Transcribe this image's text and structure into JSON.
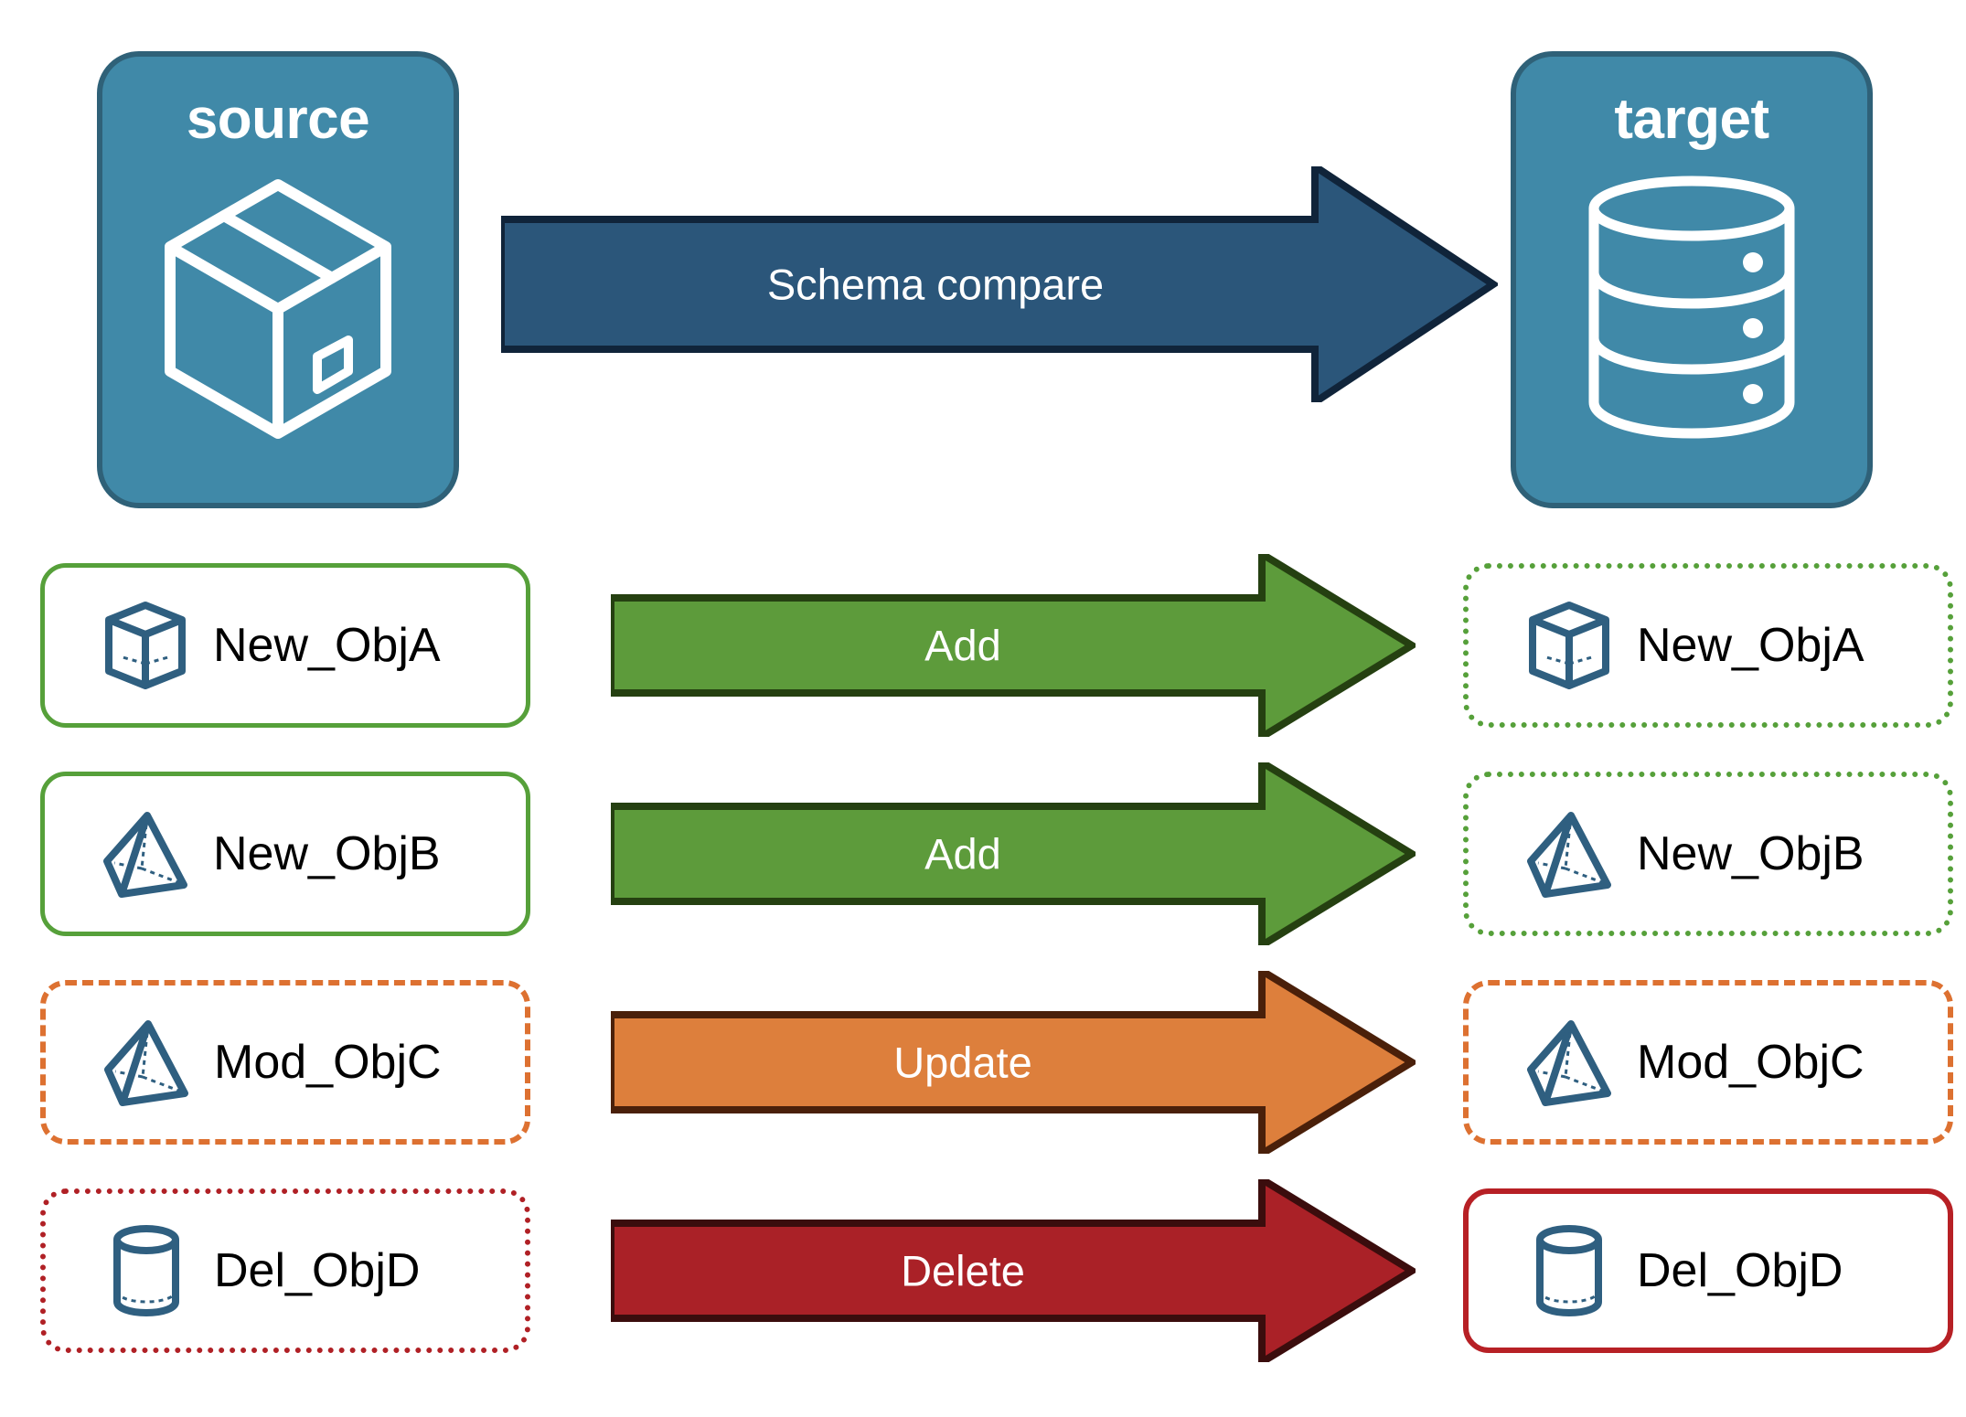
{
  "diagram": {
    "title": "Schema compare between source and target",
    "endpoints": [
      {
        "id": "source",
        "label": "source",
        "icon": "package-box-icon"
      },
      {
        "id": "target",
        "label": "target",
        "icon": "database-cylinder-icon"
      }
    ],
    "compare_arrow": {
      "label": "Schema compare",
      "fill": "#2b567a",
      "stroke": "#10243a"
    },
    "rows": [
      {
        "action": "Add",
        "arrow_fill": "#5d9b3b",
        "arrow_stroke": "#254011",
        "source": {
          "label": "New_ObjA",
          "icon": "cube-wireframe-icon",
          "border_style": "solid",
          "border_color": "#56a03a"
        },
        "target": {
          "label": "New_ObjA",
          "icon": "cube-wireframe-icon",
          "border_style": "dotted",
          "border_color": "#56a03a"
        }
      },
      {
        "action": "Add",
        "arrow_fill": "#5d9b3b",
        "arrow_stroke": "#254011",
        "source": {
          "label": "New_ObjB",
          "icon": "pyramid-wireframe-icon",
          "border_style": "solid",
          "border_color": "#56a03a"
        },
        "target": {
          "label": "New_ObjB",
          "icon": "pyramid-wireframe-icon",
          "border_style": "dotted",
          "border_color": "#56a03a"
        }
      },
      {
        "action": "Update",
        "arrow_fill": "#dd7f3c",
        "arrow_stroke": "#4a200a",
        "source": {
          "label": "Mod_ObjC",
          "icon": "pyramid-wireframe-icon",
          "border_style": "dashed",
          "border_color": "#dd7131"
        },
        "target": {
          "label": "Mod_ObjC",
          "icon": "pyramid-wireframe-icon",
          "border_style": "dashed",
          "border_color": "#dd7131"
        }
      },
      {
        "action": "Delete",
        "arrow_fill": "#aa2127",
        "arrow_stroke": "#3b0d0d",
        "source": {
          "label": "Del_ObjD",
          "icon": "cylinder-wireframe-icon",
          "border_style": "dotted",
          "border_color": "#b02025"
        },
        "target": {
          "label": "Del_ObjD",
          "icon": "cylinder-wireframe-icon",
          "border_style": "solid",
          "border_color": "#b72025"
        }
      }
    ],
    "colors": {
      "endpoint_fill": "#4089a8",
      "endpoint_stroke": "#2f6178",
      "object_icon": "#2f5f80",
      "text": "#000000",
      "arrow_text": "#ffffff",
      "background": "#ffffff"
    }
  }
}
